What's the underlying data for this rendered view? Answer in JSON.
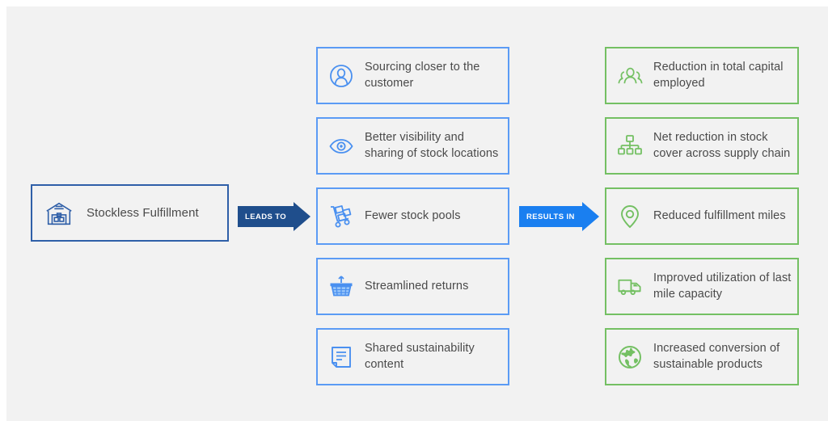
{
  "canvas": {
    "background": "#f2f2f2",
    "page_background": "#ffffff"
  },
  "colors": {
    "source_border": "#2f5fa8",
    "middle_border": "#5b9bf5",
    "right_border": "#74c063",
    "middle_icon": "#4a90f0",
    "right_icon": "#74c063",
    "source_icon": "#2f5fa8",
    "arrow_leads_to": "#1f4e8c",
    "arrow_results_in": "#1a7ff0",
    "text": "#4a4a4a"
  },
  "source": {
    "label": "Stockless Fulfillment",
    "icon": "warehouse-icon"
  },
  "arrows": [
    {
      "key": "leads_to",
      "label": "LEADS TO",
      "color": "#1f4e8c"
    },
    {
      "key": "results_in",
      "label": "RESULTS IN",
      "color": "#1a7ff0"
    }
  ],
  "middle_column": {
    "items": [
      {
        "label": "Sourcing closer to the customer",
        "icon": "person-circle-icon"
      },
      {
        "label": "Better visibility and sharing of stock locations",
        "icon": "eye-icon"
      },
      {
        "label": "Fewer stock pools",
        "icon": "hand-truck-icon"
      },
      {
        "label": "Streamlined returns",
        "icon": "shopping-basket-icon"
      },
      {
        "label": "Shared sustainability content",
        "icon": "document-icon"
      }
    ]
  },
  "right_column": {
    "items": [
      {
        "label": "Reduction in total capital employed",
        "icon": "people-group-icon"
      },
      {
        "label": "Net reduction in stock cover across supply chain",
        "icon": "org-chart-icon"
      },
      {
        "label": "Reduced fulfillment miles",
        "icon": "map-pin-icon"
      },
      {
        "label": "Improved utilization of last mile capacity",
        "icon": "delivery-truck-icon"
      },
      {
        "label": "Increased conversion of sustainable products",
        "icon": "globe-icon"
      }
    ]
  }
}
